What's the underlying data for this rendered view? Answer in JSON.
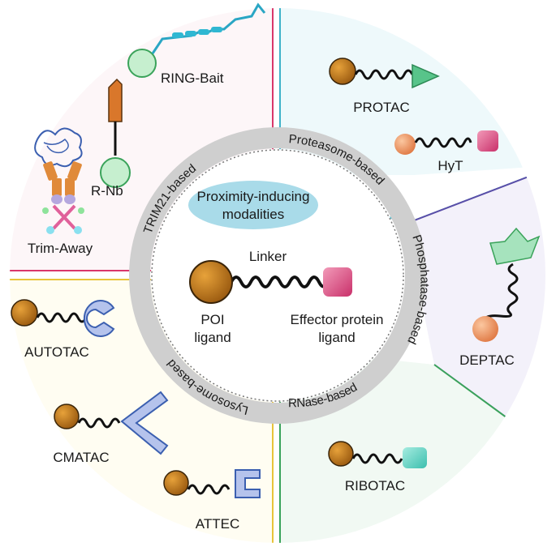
{
  "center": {
    "title_line1": "Proximity-inducing",
    "title_line2": "modalities",
    "linker": "Linker",
    "poi_line1": "POI",
    "poi_line2": "ligand",
    "effector_line1": "Effector protein",
    "effector_line2": "ligand"
  },
  "ring_labels": {
    "trim21": "TRIM21-based",
    "proteasome": "Proteasome-based",
    "phosphatase": "Phosphatase-based",
    "rnase": "RNase-based",
    "lysosome": "Lysosome-based"
  },
  "sectors": {
    "trim21": {
      "color": "#d9376b",
      "items": [
        "RING-Bait",
        "R-Nb",
        "Trim-Away"
      ]
    },
    "proteasome": {
      "color": "#3fb3c9",
      "items": [
        "PROTAC",
        "HyT"
      ]
    },
    "phosphatase": {
      "color": "#5a4ea8",
      "items": [
        "DEPTAC"
      ]
    },
    "rnase": {
      "color": "#3aa35a",
      "items": [
        "RIBOTAC"
      ]
    },
    "lysosome": {
      "color": "#e8c43a",
      "items": [
        "AUTOTAC",
        "CMATAC",
        "ATTEC"
      ]
    }
  }
}
